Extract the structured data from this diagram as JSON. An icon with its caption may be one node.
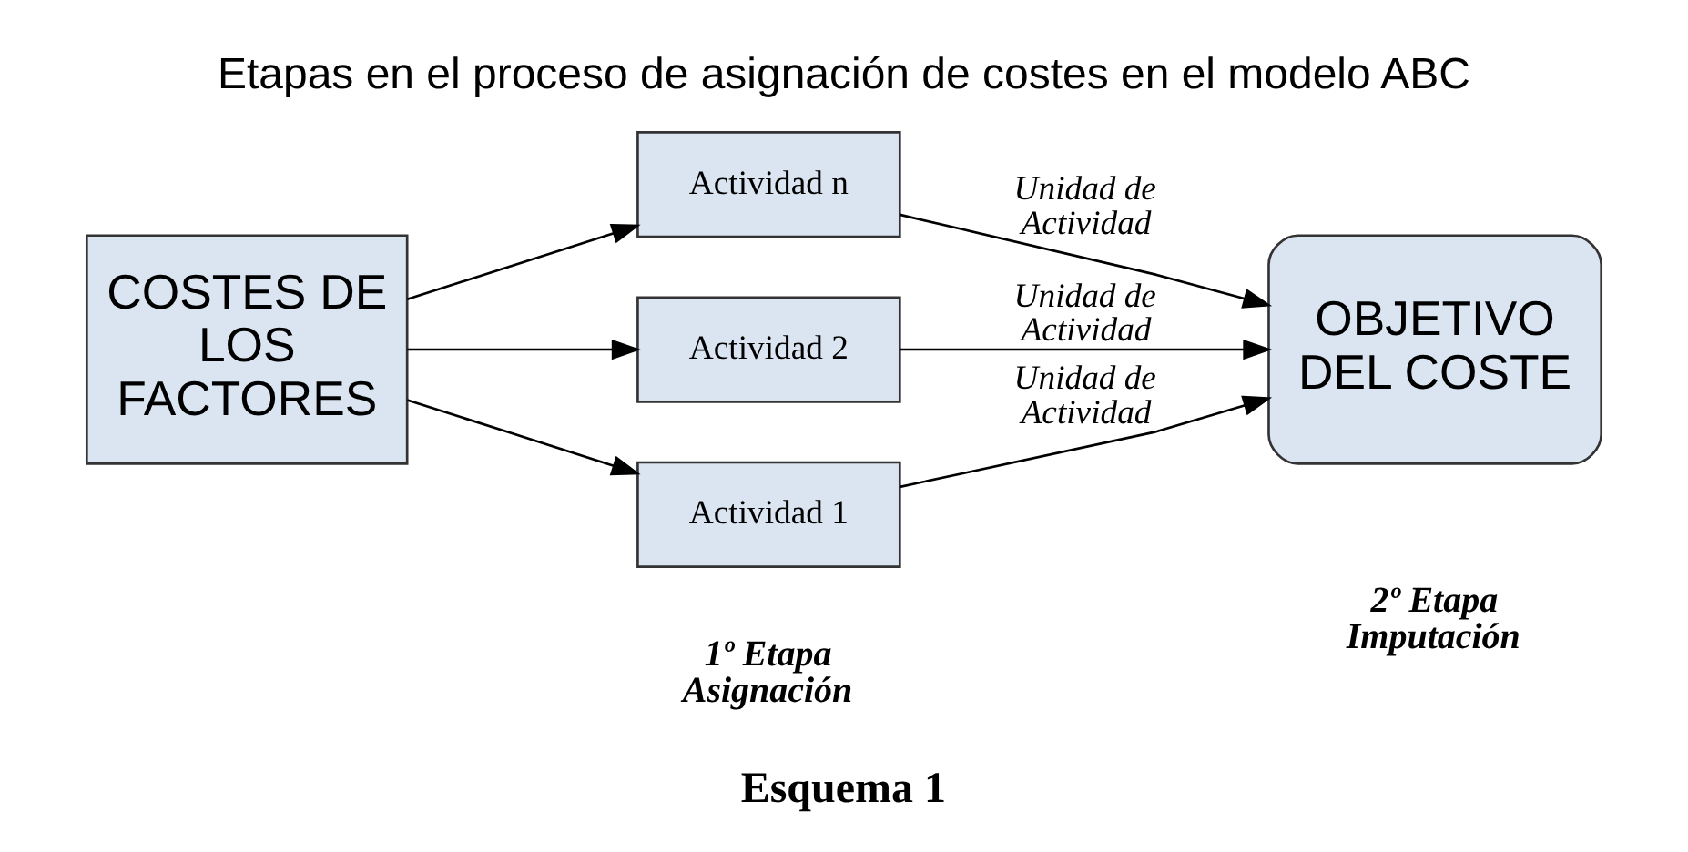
{
  "diagram": {
    "title": "Etapas en el proceso de asignación de costes en el modelo ABC",
    "caption": "Esquema 1",
    "nodes": [
      {
        "text": [
          "COSTES DE LOS FACTORES"
        ]
      },
      {
        "text": [
          "Actividad 1"
        ]
      },
      {
        "text": [
          "Actividad 2"
        ]
      },
      {
        "text": [
          "Actividad n"
        ]
      },
      {
        "text": [
          "OBJETIVO DEL COSTE"
        ]
      }
    ],
    "edges": [
      {
        "from": 0,
        "to": 1,
        "arrow": "to"
      },
      {
        "from": 0,
        "to": 2,
        "arrow": "to"
      },
      {
        "from": 0,
        "to": 3,
        "arrow": "to"
      },
      {
        "from": 1,
        "to": 4,
        "arrow": "to",
        "label": "Unidad de Actividad"
      },
      {
        "from": 2,
        "to": 4,
        "arrow": "to",
        "label": "Unidad de Actividad"
      },
      {
        "from": 3,
        "to": 4,
        "arrow": "to",
        "label": "Unidad de Actividad"
      }
    ],
    "labels": [
      "1º Etapa Asignación",
      "2º Etapa Imputación"
    ]
  }
}
